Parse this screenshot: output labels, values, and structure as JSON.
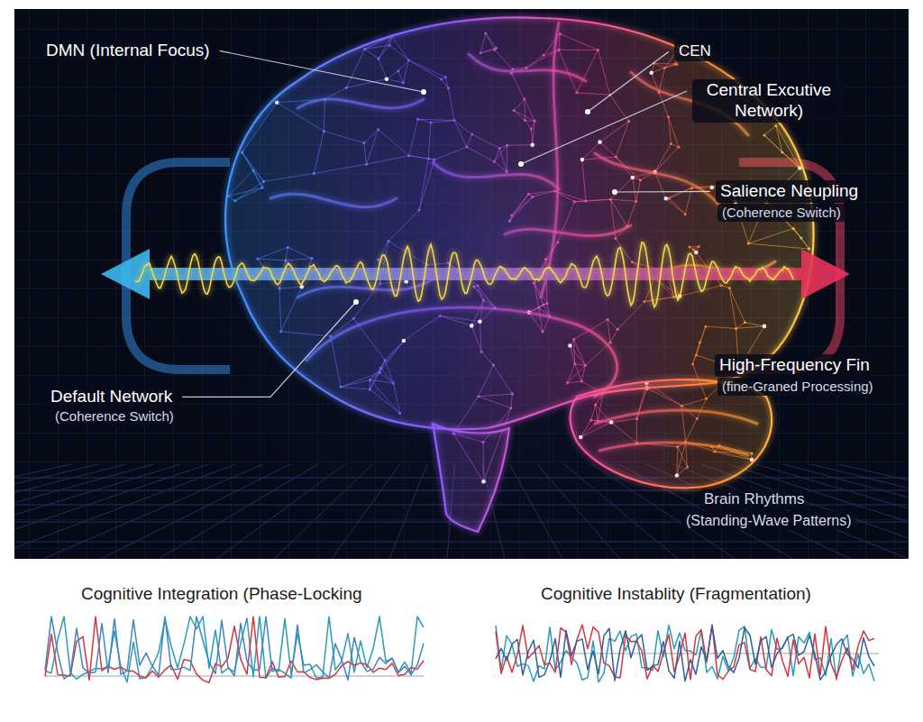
{
  "diagram": {
    "labels": [
      "DMN (Internal Focus)",
      "CEN",
      "Central Excutive Network)",
      "Salience Neupling",
      "(Coherence Switch)",
      "High-Frequency Fin",
      "(fine-Graned Processing)",
      "Default Network",
      "(Coherence Switch)",
      "Brain Rhythms",
      "(Standing-Wave Patterns)",
      "Cognitive Integration (Phase-Locking",
      "Cognitive Instablity (Fragmentation)"
    ]
  }
}
